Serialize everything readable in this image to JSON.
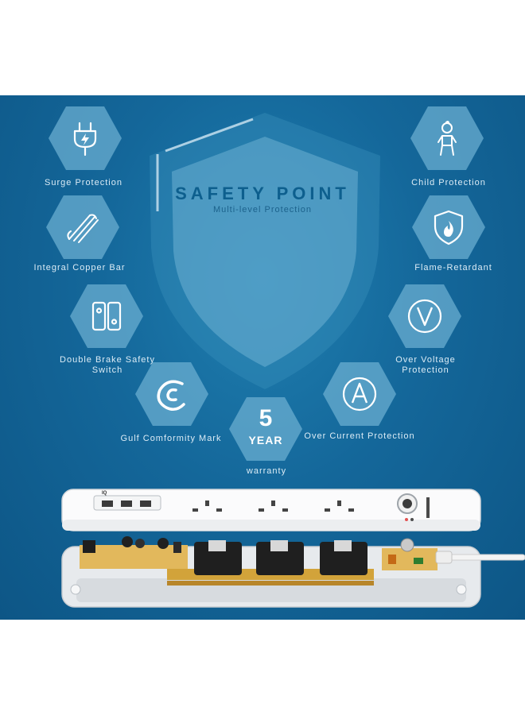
{
  "header": {
    "title": "SAFETY POINT",
    "subtitle": "Multi-level Protection"
  },
  "features": [
    {
      "label": "Surge Protection",
      "icon": "plug-icon"
    },
    {
      "label": "Integral Copper Bar",
      "icon": "copper-bar-icon"
    },
    {
      "label": "Double Brake Safety Switch",
      "icon": "switch-icon"
    },
    {
      "label": "Gulf Comformity Mark",
      "icon": "conformity-mark-icon"
    },
    {
      "label": "warranty",
      "icon": "warranty-badge",
      "badge_number": "5",
      "badge_text": "YEAR"
    },
    {
      "label": "Over Current Protection",
      "icon": "current-a-icon"
    },
    {
      "label": "Over Voltage Protection",
      "icon": "voltage-v-icon"
    },
    {
      "label": "Flame-Retardant",
      "icon": "flame-shield-icon"
    },
    {
      "label": "Child Protection",
      "icon": "child-icon"
    }
  ],
  "product": {
    "usb_port_label": "IQ",
    "colors": {
      "background": "#14679a",
      "hex_tile": "#6aaed0",
      "device_body": "#f2f4f6"
    }
  }
}
